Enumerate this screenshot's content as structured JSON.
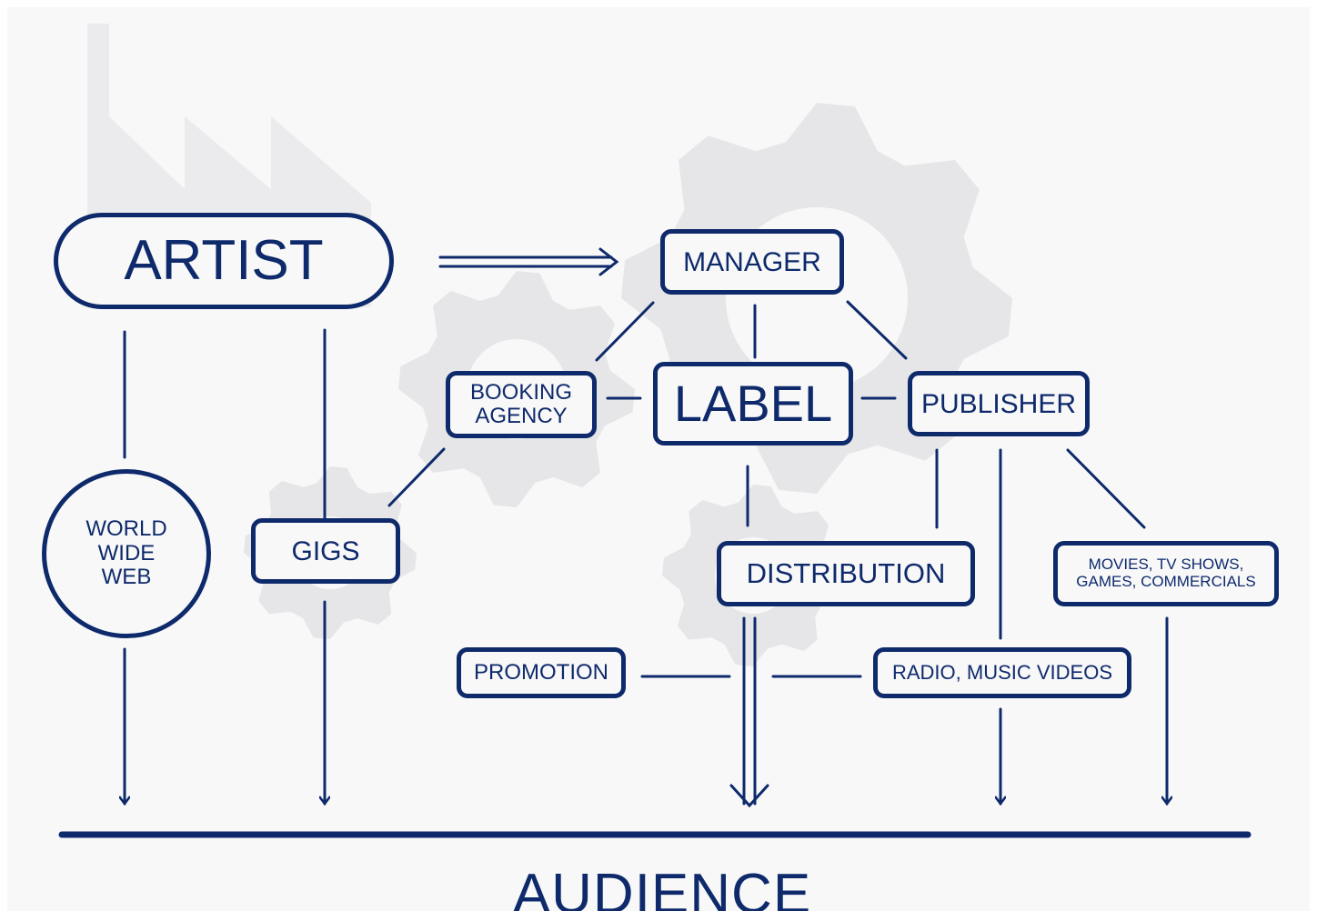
{
  "colors": {
    "ink": "#0e2a6b",
    "watermark": "#e6e6e8",
    "background": "#f8f8f9"
  },
  "background_icons": [
    "factory-icon",
    "gear-icon"
  ],
  "nodes": {
    "artist": "ARTIST",
    "manager": "MANAGER",
    "booking_agency": [
      "BOOKING",
      "AGENCY"
    ],
    "label": "LABEL",
    "publisher": "PUBLISHER",
    "world_wide_web": [
      "WORLD",
      "WIDE",
      "WEB"
    ],
    "gigs": "GIGS",
    "distribution": "DISTRIBUTION",
    "movies": [
      "MOVIES, TV SHOWS,",
      "GAMES, COMMERCIALS"
    ],
    "promotion": "PROMOTION",
    "radio": "RADIO, MUSIC VIDEOS",
    "audience": "AUDIENCE"
  }
}
